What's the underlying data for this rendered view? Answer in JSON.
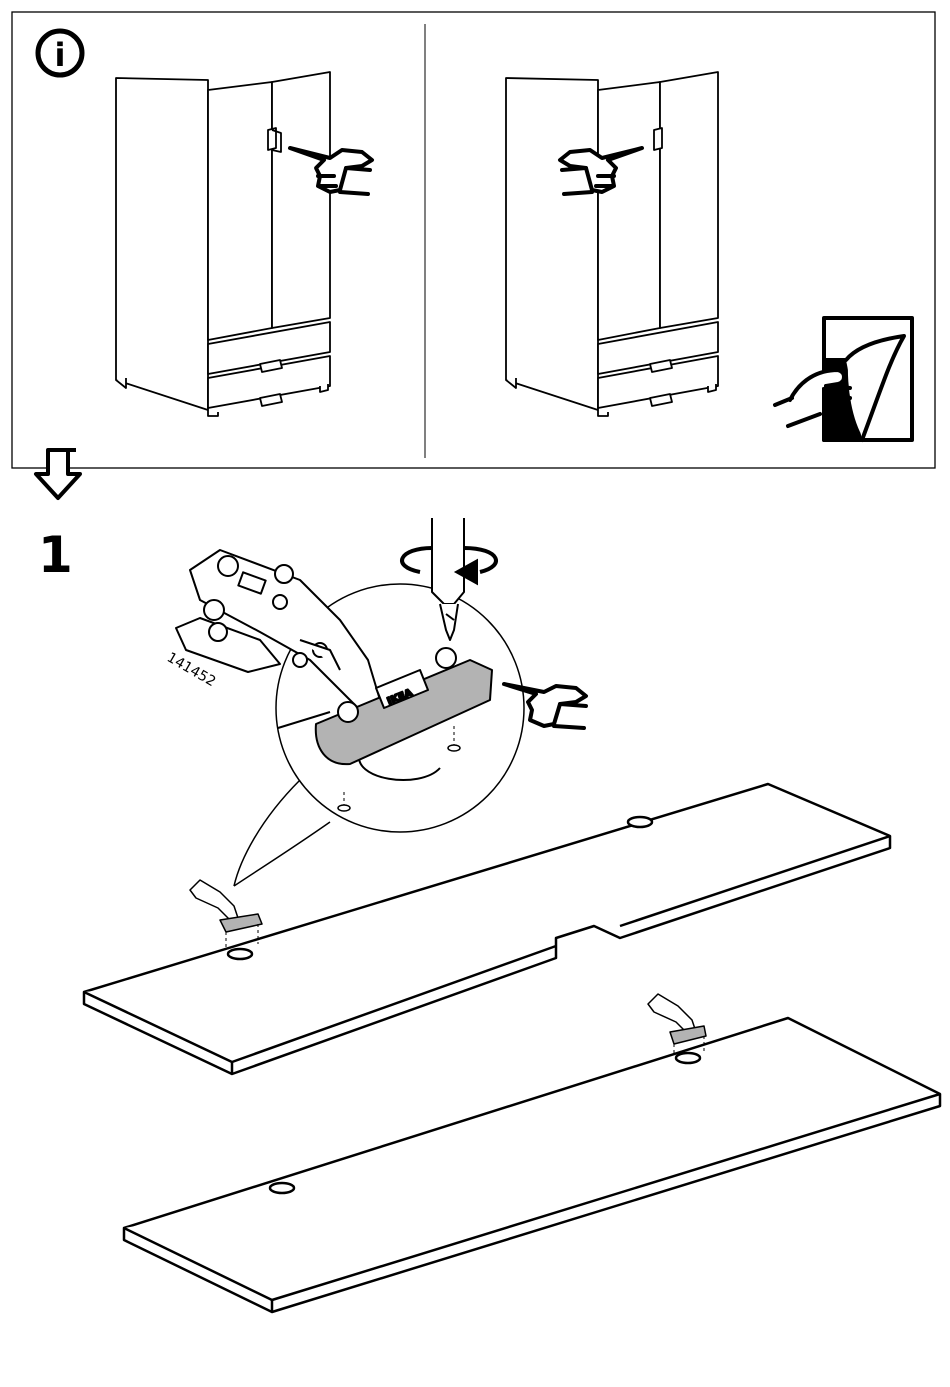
{
  "info_panel": {
    "icon": "info-icon",
    "icon_letter": "i",
    "left_scene": "wardrobe-with-hand-pointing-left-door",
    "right_scene": "wardrobe-with-hand-pointing-right-door",
    "extra_icon": "page-turn-icon"
  },
  "flow_icon": "down-arrow-icon",
  "step": {
    "number": "1",
    "part_number": "141452",
    "hinge_brand_text": "IKEA",
    "tools": [
      "screwdriver-icon",
      "rotation-arrow-icon",
      "pointing-hand-icon"
    ]
  },
  "colors": {
    "line": "#000000",
    "hinge_gray": "#b3b3b3",
    "background": "#ffffff"
  }
}
